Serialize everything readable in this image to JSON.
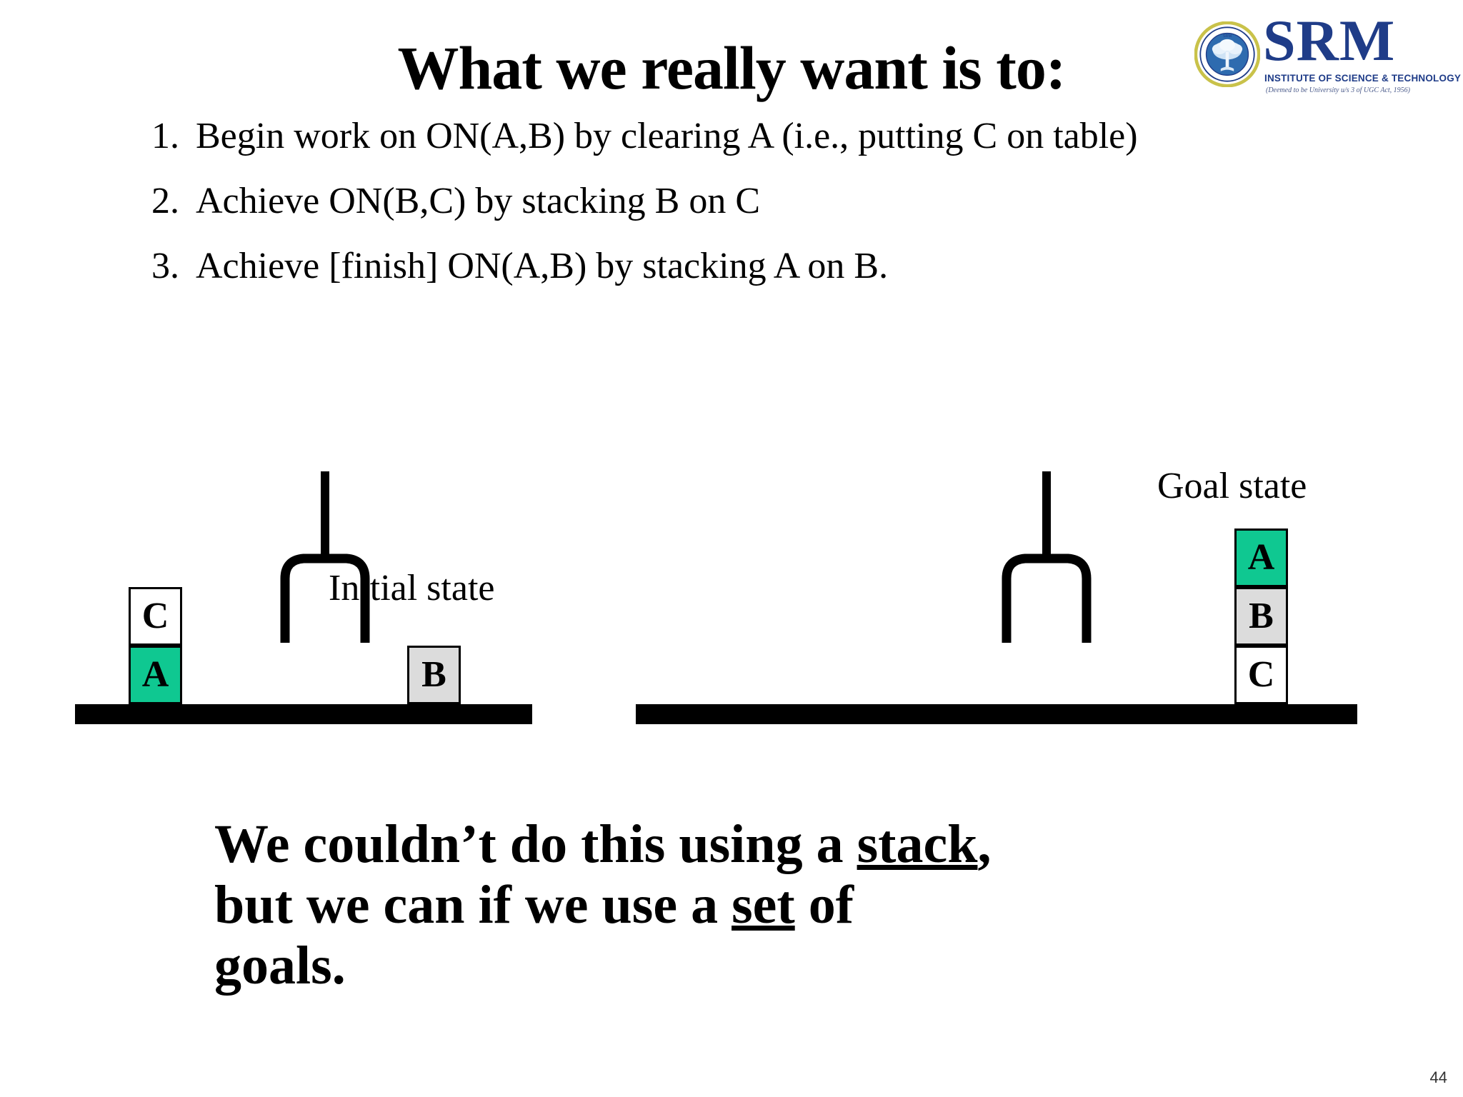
{
  "slide": {
    "title": "What we really want is to:",
    "page_number": "44"
  },
  "logo": {
    "wordmark": "SRM",
    "subtitle": "INSTITUTE OF SCIENCE & TECHNOLOGY",
    "fineprint": "(Deemed to be University u/s 3 of UGC Act, 1956)",
    "emblem_name": "srm-circular-emblem",
    "brand_color": "#1F3C88",
    "emblem_ring_color": "#C9C24A"
  },
  "bullets": [
    {
      "number": "1.",
      "text": "Begin work on ON(A,B) by clearing A (i.e., putting C on table)"
    },
    {
      "number": "2.",
      "text": "Achieve ON(B,C) by stacking B on C"
    },
    {
      "number": "3.",
      "text": "Achieve [finish] ON(A,B) by stacking A on B."
    }
  ],
  "diagrams": {
    "initial": {
      "label": "Initial state",
      "blocks": [
        {
          "letter": "C",
          "color": "#FFFFFF"
        },
        {
          "letter": "A",
          "color": "#0FC891"
        },
        {
          "letter": "B",
          "color": "#DCDCDC"
        }
      ]
    },
    "goal": {
      "label": "Goal state",
      "blocks": [
        {
          "letter": "A",
          "color": "#0FC891"
        },
        {
          "letter": "B",
          "color": "#DCDCDC"
        },
        {
          "letter": "C",
          "color": "#FFFFFF"
        }
      ]
    }
  },
  "conclusion": {
    "line1_a": "We couldn’t do this using a ",
    "line1_underlined": "stack",
    "line1_b": ",",
    "line2_a": "but we can if we use a ",
    "line2_underlined": "set",
    "line2_b": " of",
    "line3": "goals."
  },
  "colors": {
    "green_block": "#0FC891",
    "gray_block": "#DCDCDC",
    "white_block": "#FFFFFF",
    "outline": "#000000"
  }
}
